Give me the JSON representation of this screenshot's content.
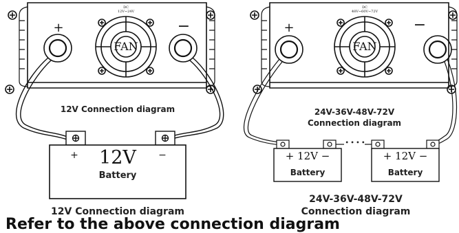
{
  "left": {
    "dc_label": "DC\n12V~24V",
    "plus": "+",
    "minus": "−",
    "fan": "FAN",
    "diagram_label": "12V Connection diagram",
    "battery_voltage": "12V",
    "battery_label": "Battery",
    "battery_plus": "+",
    "battery_minus": "−",
    "caption": "12V Connection diagram"
  },
  "right": {
    "dc_label": "DC\n48V~60V~72V",
    "plus": "+",
    "minus": "−",
    "fan": "FAN",
    "diagram_label_1": "24V-36V-48V-72V",
    "diagram_label_2": "Connection diagram",
    "battery1_text": "+ 12V −",
    "battery1_label": "Battery",
    "battery2_text": "+ 12V −",
    "battery2_label": "Battery",
    "dots": "• • • •",
    "caption_1": "24V-36V-48V-72V",
    "caption_2": "Connection diagram"
  },
  "footer": {
    "partial_text": "Refer to the above connection diagram"
  }
}
